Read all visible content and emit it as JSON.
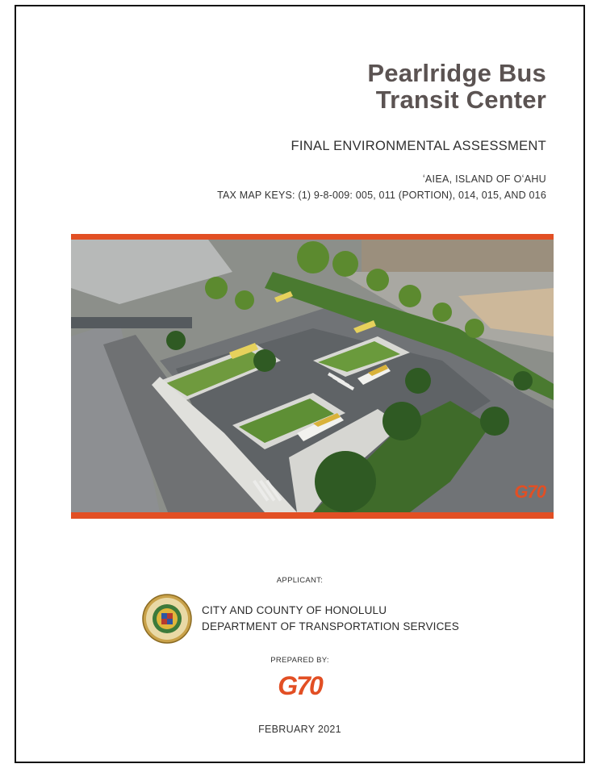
{
  "cover": {
    "title_line1": "Pearlridge Bus",
    "title_line2": "Transit Center",
    "subtitle": "FINAL ENVIRONMENTAL ASSESSMENT",
    "location": "ʻAIEA, ISLAND OF OʻAHU",
    "tax_map_keys": "TAX MAP KEYS:  (1) 9-8-009: 005, 011 (PORTION), 014, 015, AND 016",
    "rendering_logo": "G70",
    "applicant_label": "APPLICANT:",
    "agency_line1": "CITY AND COUNTY OF HONOLULU",
    "agency_line2": "DEPARTMENT OF TRANSPORTATION SERVICES",
    "prepared_label": "PREPARED BY:",
    "firm_logo": "G70",
    "date": "FEBRUARY 2021"
  },
  "colors": {
    "accent": "#e24f24",
    "title": "#5b5352",
    "text": "#333333"
  },
  "icons": {
    "seal": "city-county-honolulu-seal-icon"
  }
}
